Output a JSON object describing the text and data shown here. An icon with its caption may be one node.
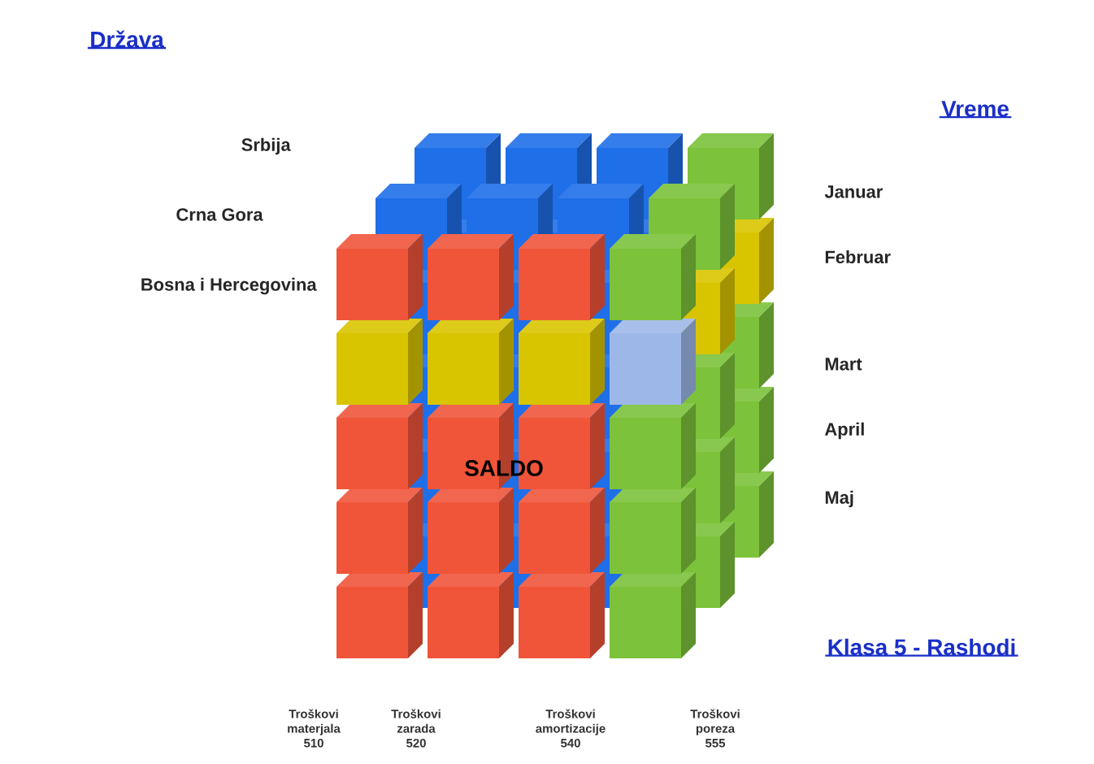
{
  "diagram": {
    "labels": [
      "Država",
      "Vreme",
      "Srbija",
      "Crna Gora",
      "Bosna i Hercegovina",
      "Januar",
      "Februar",
      "Mart",
      "April",
      "Maj",
      "SALDO",
      "Klasa 5 - Rashodi",
      "Troškovi materjala 510",
      "Troškovi zarada 520",
      "Troškovi amortizacije 540",
      "Troškovi poreza 555"
    ]
  }
}
